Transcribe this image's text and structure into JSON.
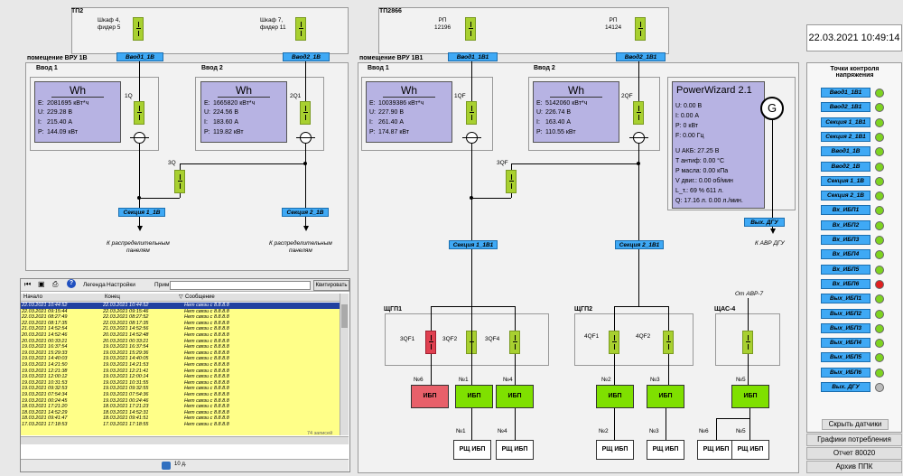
{
  "datetime": "22.03.2021 10:49:14",
  "left": {
    "tp_title": "ТП2",
    "feeder1": "Шкаф 4,\nфидер 5",
    "feeder2": "Шкаф 7,\nфидер 11",
    "tag1": "Ввод1_1В",
    "tag2": "Ввод2_1В",
    "room": "помещение ВРУ 1В",
    "in1": "Ввод 1",
    "in2": "Ввод 2",
    "m1": {
      "title": "Wh",
      "rows": [
        [
          "E:",
          "2081695 кВт*ч"
        ],
        [
          "U:",
          "229.28 В"
        ],
        [
          "I:",
          "215.40 А"
        ],
        [
          "P:",
          "144.09 кВт"
        ]
      ]
    },
    "m2": {
      "title": "Wh",
      "rows": [
        [
          "E:",
          "1665820 кВт*ч"
        ],
        [
          "U:",
          "224.56 В"
        ],
        [
          "I:",
          "183.60 А"
        ],
        [
          "P:",
          "119.82 кВт"
        ]
      ]
    },
    "sw1": "1Q",
    "sw2": "2Q1",
    "sw3": "3Q",
    "sec1": "Секция 1_1В",
    "sec2": "Секция 2_1В",
    "dest1": "К распределительным\nпанелям",
    "dest2": "К распределительным\nпанелям"
  },
  "right": {
    "tp_title": "ТП2866",
    "rp1": "РП\n12196",
    "rp2": "РП\n14124",
    "tag1": "Ввод1_1В1",
    "tag2": "Ввод2_1В1",
    "room": "помещение ВРУ 1В1",
    "in1": "Ввод 1",
    "in2": "Ввод 2",
    "m1": {
      "title": "Wh",
      "rows": [
        [
          "E:",
          "10039386 кВт*ч"
        ],
        [
          "U:",
          "227.90 В"
        ],
        [
          "I:",
          "261.40 А"
        ],
        [
          "P:",
          "174.87 кВт"
        ]
      ]
    },
    "m2": {
      "title": "Wh",
      "rows": [
        [
          "E:",
          "5142060 кВт*ч"
        ],
        [
          "U:",
          "226.74 В"
        ],
        [
          "I:",
          "163.40 А"
        ],
        [
          "P:",
          "110.55 кВт"
        ]
      ]
    },
    "sw1": "1QF",
    "sw2": "2QF",
    "sw3": "3QF",
    "sec1": "Секция 1_1В1",
    "sec2": "Секция 2_1В1",
    "pw": {
      "title": "PowerWizard 2.1",
      "rows": [
        "U:       0.00 В",
        "I:        0.00 А",
        "P:       0 кВт",
        "F:       0.00 Гц"
      ],
      "rows2": [
        "U АКБ:      27.25 В",
        "T антиф:   0.00 °C",
        "P масла:   0.00 кПа",
        "V двиг.:     0.00 об/мин",
        "L_т.:   69 %        611 л.",
        "Q:    17.16 л.  0.00 л./мин."
      ],
      "gen": "G"
    },
    "dgu_tag": "Вых. ДГУ",
    "dgu_dest": "К АВР ДГУ",
    "shgp1": "ЩГП1",
    "shgp2": "ЩГП2",
    "shas": "ЩАС-4",
    "avr": "От АВР-7",
    "qf": [
      "3QF1",
      "3QF2",
      "3QF4",
      "4QF1",
      "4QF2"
    ],
    "nums": [
      "№6",
      "№1",
      "№4",
      "№2",
      "№3",
      "№5"
    ],
    "ups": "ИБП",
    "rsh_nums": [
      "№1",
      "№4",
      "№2",
      "№3",
      "№6",
      "№5"
    ],
    "rsh": "РЩ ИБП"
  },
  "sidebar": {
    "title": "Точки контроля\nнапряжения",
    "items": [
      {
        "label": "Ввод1_1В1",
        "color": "#7ed321"
      },
      {
        "label": "Ввод2_1В1",
        "color": "#7ed321"
      },
      {
        "label": "Секция 1_1В1",
        "color": "#7ed321"
      },
      {
        "label": "Секция 2_1В1",
        "color": "#7ed321"
      },
      {
        "label": "Ввод1_1В",
        "color": "#7ed321"
      },
      {
        "label": "Ввод2_1В",
        "color": "#7ed321"
      },
      {
        "label": "Секция 1_1В",
        "color": "#7ed321"
      },
      {
        "label": "Секция 2_1В",
        "color": "#7ed321"
      },
      {
        "label": "Вх_ИБП1",
        "color": "#7ed321"
      },
      {
        "label": "Вх_ИБП2",
        "color": "#7ed321"
      },
      {
        "label": "Вх_ИБП3",
        "color": "#7ed321"
      },
      {
        "label": "Вх_ИБП4",
        "color": "#7ed321"
      },
      {
        "label": "Вх_ИБП5",
        "color": "#7ed321"
      },
      {
        "label": "Вх_ИБП6",
        "color": "#e02020"
      },
      {
        "label": "Вых_ИБП1",
        "color": "#7ed321"
      },
      {
        "label": "Вых_ИБП2",
        "color": "#7ed321"
      },
      {
        "label": "Вых_ИБП3",
        "color": "#7ed321"
      },
      {
        "label": "Вых_ИБП4",
        "color": "#7ed321"
      },
      {
        "label": "Вых_ИБП5",
        "color": "#7ed321"
      },
      {
        "label": "Вых_ИБП6",
        "color": "#7ed321"
      },
      {
        "label": "Вых. ДГУ",
        "color": "#bbbbbb"
      }
    ],
    "hide_btn": "Скрыть датчики",
    "menu": [
      "Графики потребления",
      "Отчет 80020",
      "Архив ППК"
    ]
  },
  "log": {
    "legend": "Легенда",
    "settings": "Настройки",
    "prim": "Прим.",
    "quit": "Квитировать",
    "cols": [
      "Начало",
      "Конец",
      "Сообщение"
    ],
    "rows": [
      [
        "22.03.2021 10:44:52",
        "22.03.2021 10:44:52",
        "Нет связи с 8.8.8.8"
      ],
      [
        "22.03.2021 09:15:44",
        "22.03.2021 09:15:46",
        "Нет связи с 8.8.8.8"
      ],
      [
        "22.03.2021 08:27:49",
        "22.03.2021 08:27:52",
        "Нет связи с 8.8.8.8"
      ],
      [
        "22.03.2021 08:17:35",
        "22.03.2021 08:17:35",
        "Нет связи с 8.8.8.8"
      ],
      [
        "21.03.2021 14:52:54",
        "21.03.2021 14:52:56",
        "Нет связи с 8.8.8.8"
      ],
      [
        "20.03.2021 14:52:46",
        "20.03.2021 14:52:48",
        "Нет связи с 8.8.8.8"
      ],
      [
        "20.03.2021 00:33:21",
        "20.03.2021 00:33:21",
        "Нет связи с 8.8.8.8"
      ],
      [
        "19.03.2021 16:37:54",
        "19.03.2021 16:37:54",
        "Нет связи с 8.8.8.8"
      ],
      [
        "19.03.2021 15:29:33",
        "19.03.2021 15:29:36",
        "Нет связи с 8.8.8.8"
      ],
      [
        "19.03.2021 14:40:03",
        "19.03.2021 14:40:05",
        "Нет связи с 8.8.8.8"
      ],
      [
        "19.03.2021 14:21:50",
        "19.03.2021 14:21:53",
        "Нет связи с 8.8.8.8"
      ],
      [
        "19.03.2021 12:21:38",
        "19.03.2021 12:21:41",
        "Нет связи с 8.8.8.8"
      ],
      [
        "19.03.2021 12:00:12",
        "19.03.2021 12:00:14",
        "Нет связи с 8.8.8.8"
      ],
      [
        "19.03.2021 10:31:53",
        "19.03.2021 10:31:55",
        "Нет связи с 8.8.8.8"
      ],
      [
        "19.03.2021 09:32:53",
        "19.03.2021 09:32:55",
        "Нет связи с 8.8.8.8"
      ],
      [
        "19.03.2021 07:54:34",
        "19.03.2021 07:54:36",
        "Нет связи с 8.8.8.8"
      ],
      [
        "19.03.2021 00:24:45",
        "19.03.2021 00:24:46",
        "Нет связи с 8.8.8.8"
      ],
      [
        "18.03.2021 17:21:20",
        "18.03.2021 17:21:23",
        "Нет связи с 8.8.8.8"
      ],
      [
        "18.03.2021 14:52:29",
        "18.03.2021 14:52:31",
        "Нет связи с 8.8.8.8"
      ],
      [
        "18.03.2021 09:41:47",
        "18.03.2021 09:41:51",
        "Нет связи с 8.8.8.8"
      ],
      [
        "17.03.2021 17:18:53",
        "17.03.2021 17:18:55",
        "Нет связи с 8.8.8.8"
      ]
    ],
    "count": "74 записей",
    "page": "10 д."
  }
}
